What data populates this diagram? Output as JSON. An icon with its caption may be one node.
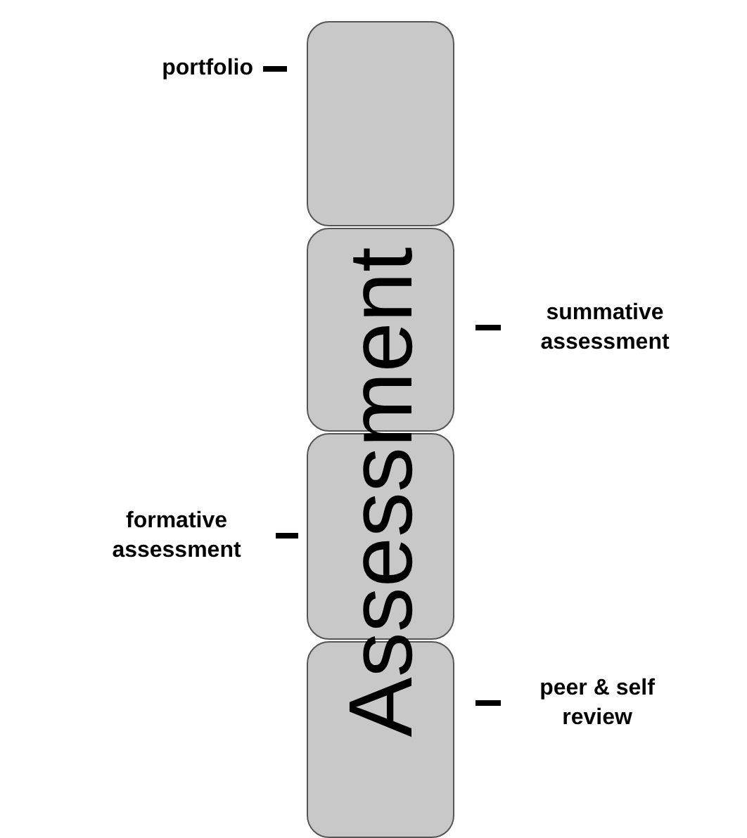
{
  "diagram": {
    "nodes": [
      {
        "text": [],
        "shape": "box",
        "beside": [
          "portfolio"
        ]
      },
      {
        "text": [],
        "shape": "box",
        "beside": [
          "summative assessment"
        ]
      },
      {
        "text": [],
        "shape": "box",
        "beside": [
          "formative assessment"
        ]
      },
      {
        "text": [],
        "shape": "box",
        "beside": [
          "peer & self review"
        ]
      }
    ],
    "labels": [
      "Assessment"
    ]
  }
}
